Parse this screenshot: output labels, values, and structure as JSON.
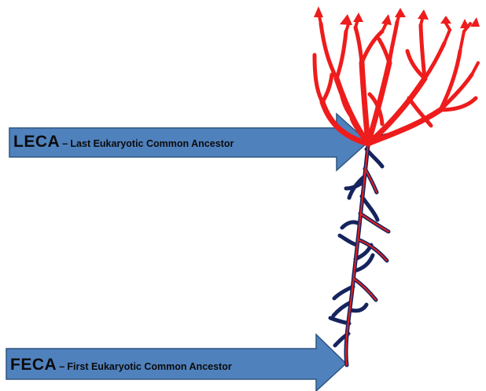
{
  "colors": {
    "arrow_fill": "#4f81bd",
    "arrow_stroke": "#2e557f",
    "crown_branches": "#ee1c1c",
    "stem_outer": "#16245e",
    "stem_core": "#e02020"
  },
  "leca": {
    "abbr": "LECA",
    "dash": "–",
    "description": "Last Eukaryotic Common Ancestor"
  },
  "feca": {
    "abbr": "FECA",
    "dash": "–",
    "description": "First Eukaryotic Common Ancestor"
  }
}
